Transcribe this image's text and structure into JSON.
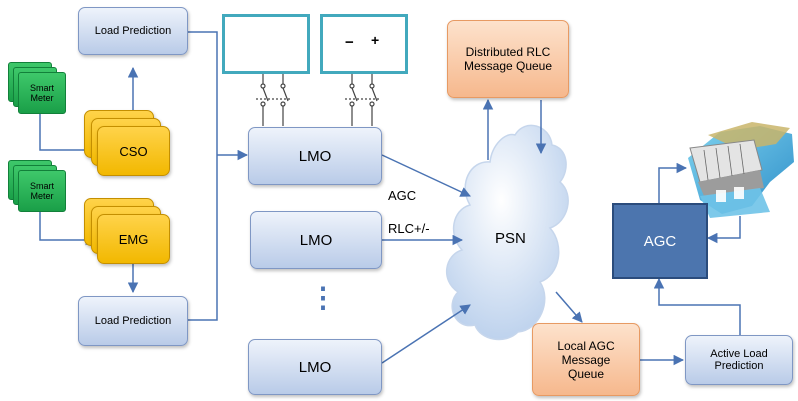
{
  "load_prediction_top": "Load Prediction",
  "load_prediction_bottom": "Load Prediction",
  "smart_meter_1": "Smart Meter",
  "smart_meter_2": "Smart Meter",
  "cso": "CSO",
  "emg": "EMG",
  "lmo_1": "LMO",
  "lmo_2": "LMO",
  "lmo_3": "LMO",
  "ellipsis": "⋮",
  "distributed_rlc_queue": "Distributed RLC Message Queue",
  "psn": "PSN",
  "agc_link_label": "AGC",
  "rlc_link_label": "RLC+/-",
  "agc_box": "AGC",
  "local_agc_queue": "Local AGC Message Queue",
  "active_load_prediction": "Active Load Prediction",
  "battery_minus": "−",
  "battery_plus": "+",
  "colors": {
    "line": "#4a73b3",
    "teal": "#42a9bd",
    "cloud": "#d8e5f5"
  }
}
